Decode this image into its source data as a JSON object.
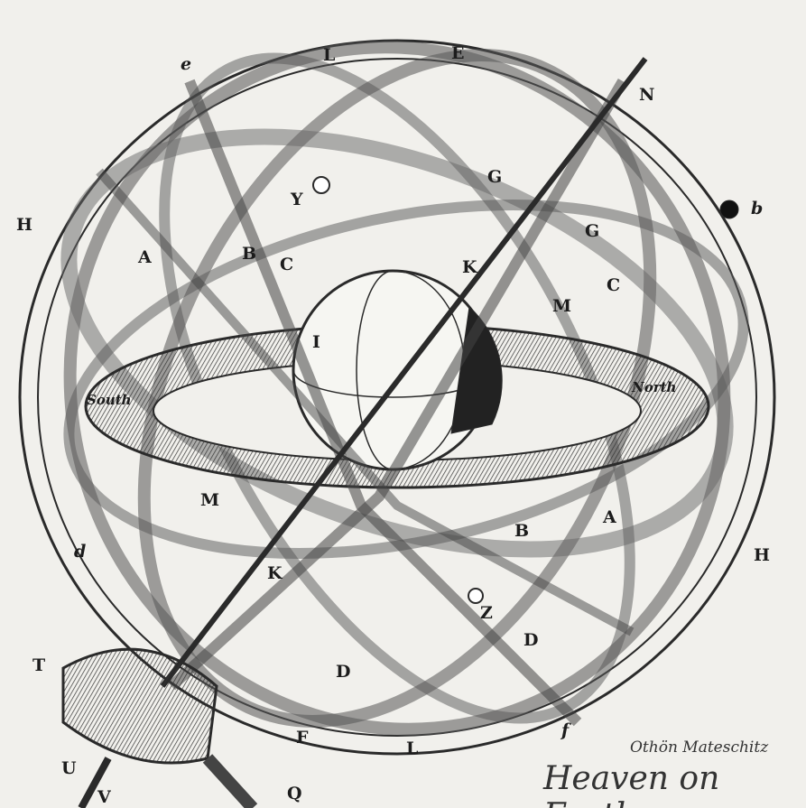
{
  "labels": {
    "L_top": "L",
    "E": "E",
    "e": "e",
    "N": "N",
    "b": "b",
    "H_left": "H",
    "H_right": "H",
    "A_upper": "A",
    "B_upper": "B",
    "C_upper": "C",
    "Y": "Y",
    "G1": "G",
    "G2": "G",
    "K_upper": "K",
    "M_upper": "M",
    "C_right": "C",
    "I": "I",
    "South": "South",
    "North": "North",
    "M_lower": "M",
    "B_lower": "B",
    "A_lower": "A",
    "K_lower": "K",
    "Z": "Z",
    "D1": "D",
    "D2": "D",
    "d": "d",
    "T": "T",
    "U": "U",
    "V": "V",
    "Q": "Q",
    "F": "F",
    "L_bottom": "L",
    "f": "f"
  },
  "signature": {
    "author": "Othön Mateschitz",
    "title": "Heaven on Earth"
  }
}
